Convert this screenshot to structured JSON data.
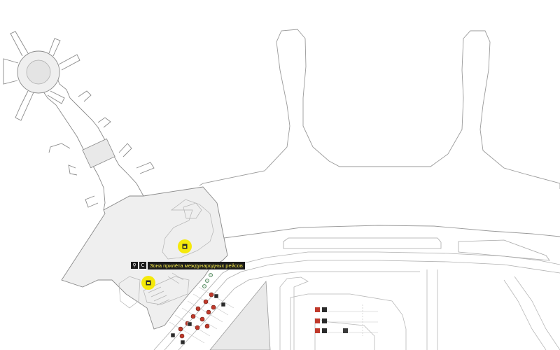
{
  "map": {
    "highlight_color": "#f5e90b",
    "building_fill": "#efefef",
    "outline_color": "#9a9a9a",
    "parking_marker_color": "#c0392b",
    "poi_marker_color": "#2b2b2b"
  },
  "callout": {
    "icon_primary": "baggage-icon",
    "icon_secondary": "c-icon",
    "icon_secondary_text": "C",
    "text": "Зона прилёта международных рейсов"
  },
  "markers": {
    "highlighted_count": 2
  }
}
